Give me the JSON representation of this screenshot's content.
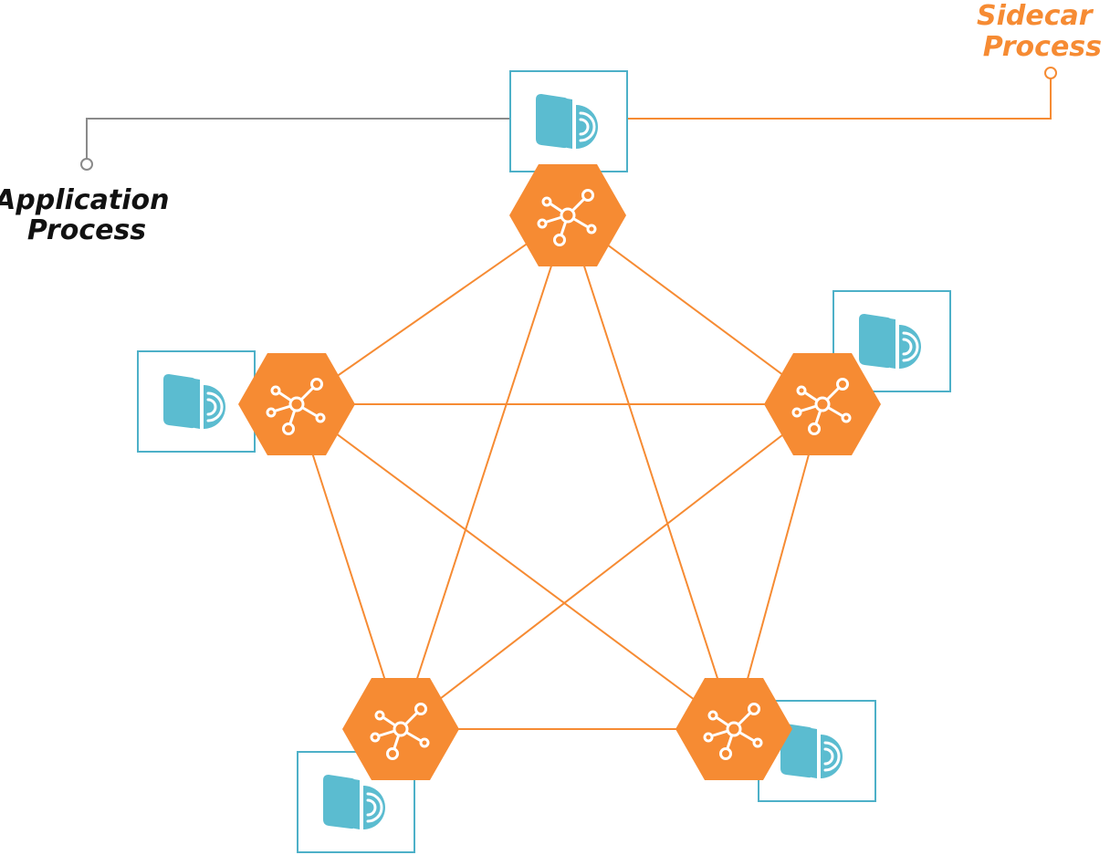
{
  "labels": {
    "application": [
      "Application",
      "Process"
    ],
    "sidecar": [
      "Sidecar",
      "Process"
    ]
  },
  "colors": {
    "orange": "#f68b33",
    "teal": "#5bbcd0",
    "box_border": "#4db0c8",
    "grey": "#8a8a8a",
    "black": "#111111",
    "white": "#ffffff"
  },
  "icons": {
    "proxy": "network-hub-icon",
    "app": "app-service-icon"
  },
  "nodes": [
    {
      "id": "top",
      "proxy_icon": "network-hub-icon",
      "app_icon": "app-service-icon"
    },
    {
      "id": "left",
      "proxy_icon": "network-hub-icon",
      "app_icon": "app-service-icon"
    },
    {
      "id": "right",
      "proxy_icon": "network-hub-icon",
      "app_icon": "app-service-icon"
    },
    {
      "id": "bottom-left",
      "proxy_icon": "network-hub-icon",
      "app_icon": "app-service-icon"
    },
    {
      "id": "bottom-right",
      "proxy_icon": "network-hub-icon",
      "app_icon": "app-service-icon"
    }
  ],
  "links": [
    [
      "top",
      "left"
    ],
    [
      "top",
      "right"
    ],
    [
      "top",
      "bottom-left"
    ],
    [
      "top",
      "bottom-right"
    ],
    [
      "left",
      "right"
    ],
    [
      "left",
      "bottom-left"
    ],
    [
      "left",
      "bottom-right"
    ],
    [
      "right",
      "bottom-left"
    ],
    [
      "right",
      "bottom-right"
    ],
    [
      "bottom-left",
      "bottom-right"
    ]
  ]
}
